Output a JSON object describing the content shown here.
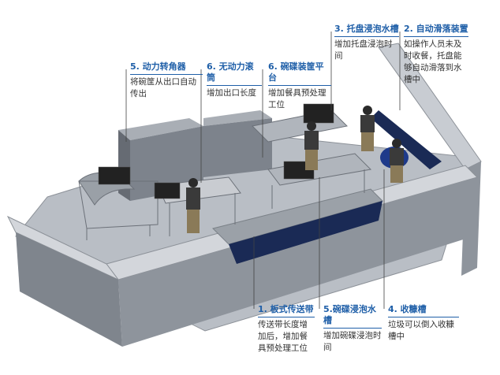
{
  "callouts": [
    {
      "id": "c5-turn",
      "title": "5. 动力转角器",
      "desc": "将碗筐从出口自动传出"
    },
    {
      "id": "c6-roller",
      "title": "6. 无动力滚筒",
      "desc": "增加出口长度"
    },
    {
      "id": "c6-platform",
      "title": "6. 碗碟装筐平台",
      "desc": "增加餐具预处理工位"
    },
    {
      "id": "c3-tray",
      "title": "3. 托盘浸泡水槽",
      "desc": "增加托盘浸泡时间"
    },
    {
      "id": "c2-auto",
      "title": "2. 自动滑落装置",
      "desc": "如操作人员未及时收餐，托盘能够自动滑落到水槽中"
    },
    {
      "id": "c1-belt",
      "title": "1. 板式传送带",
      "desc": "传送带长度增加后，增加餐具预处理工位"
    },
    {
      "id": "c5-dish",
      "title": "5.碗碟浸泡水槽",
      "desc": "增加碗碟浸泡时间"
    },
    {
      "id": "c4-trash",
      "title": "4. 收糠槽",
      "desc": "垃圾可以倒入收糠槽中"
    }
  ],
  "colors": {
    "accent": "#1f5fa8",
    "leader": "#444444",
    "wall_front": "#8e949c",
    "wall_top": "#c8ccd2",
    "floor": "#b9bec5",
    "machine": "#7d838c",
    "conveyor": "#1a2a55",
    "worker_shirt": "#3a3a3a",
    "worker_pants": "#8a7a58"
  }
}
